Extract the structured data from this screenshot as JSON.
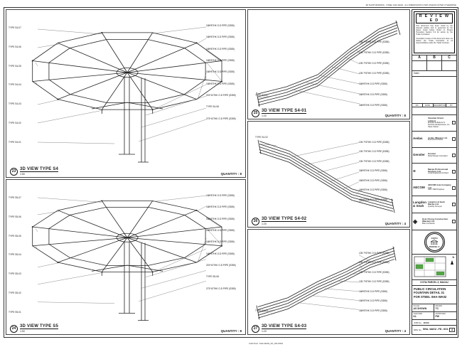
{
  "colors": {
    "line": "#222222",
    "border": "#444444",
    "accent_green": "#55a546",
    "paper": "#ffffff"
  },
  "notes": {
    "top_right": "3D SHOP DRAWING - STEEL SHA-WA02 - ALL DIMENSIONS IN MM UNLESS NOTED OTHERWISE",
    "bottom": "CAD FILE : SHA-WA02_FD_031.DWG"
  },
  "stamp": {
    "title": "R E V I E W E D",
    "body1": "This document has been noted by the relevant parties and is governed by the status noted below. Refer to Project Procedure Section 5.4 for action by the Trade Contractor.",
    "body2": "Consultant review of this document does not relieve the Trade Contractor of its responsibilities under the Trade Contract.",
    "columns": [
      "A",
      "B",
      "C"
    ],
    "date_label": "Date :"
  },
  "revisions": {
    "headers": [
      "NO.",
      "DATE",
      "DESCRIPTION",
      "BY"
    ]
  },
  "consultants": [
    {
      "logo": "",
      "name": "Venetian Orient Limited",
      "detail": "Estrada da Baía de N. Senhora da Esperança, s/n, Taipa, Macau"
    },
    {
      "logo": "Aedas",
      "name": "Aedas (Macau) Ltd.",
      "detail": "Executive Architect"
    },
    {
      "logo": "Gensler",
      "name": "Gensler",
      "detail": "Retail Design Consultant"
    },
    {
      "logo": "≋",
      "name": "Macau Professional Services Ltd.",
      "detail": "Local Registered Architect"
    },
    {
      "logo": "AECOM",
      "name": "AECOM Asia Company Ltd.",
      "detail": "C&S / MEP Engineer"
    },
    {
      "logo": "Langdon & Seah",
      "name": "Langdon & Seah Macau Ltd.",
      "detail": "Quantity Surveyor"
    }
  ],
  "contractor": {
    "glyph": "◈",
    "name": "Hsin Chong Construction (Macau) Ltd.",
    "detail": "Main Contractor"
  },
  "seal": {
    "line1": "COTAI",
    "line2": "PARCEL 3"
  },
  "keyplan": {
    "north_label": "N"
  },
  "titleblock": {
    "project": "COTAI PARCEL 3, MACAU",
    "title_lines": [
      "PUBLIC CIRCULATION",
      "FOUNTAIN DETAIL 31",
      "FOR STEEL SHA-WA02"
    ],
    "fields": [
      {
        "label": "SCALE",
        "value": "AS SHOWN"
      },
      {
        "label": "DRAWN",
        "value": "TC"
      },
      {
        "label": "CHECKED",
        "value": "KL"
      },
      {
        "label": "APPROVED",
        "value": "PW"
      }
    ],
    "job_label": "JOB No.",
    "job_value": "11530",
    "drg_label": "DRG No.",
    "drg_value": "SHA-WA02-FD-031",
    "rev_value": "A"
  },
  "views": {
    "v23": {
      "num": "23",
      "title": "3D VIEW TYPE S4",
      "scale": "1:50",
      "qty": "QUANTITY : 8",
      "left_labels": [
        "TYPE S4-07",
        "TYPE S4-06",
        "TYPE S4-05",
        "TYPE S4-04",
        "TYPE S4-03",
        "TYPE S4-02",
        "TYPE S4-01"
      ],
      "right_labels": [
        "168*8THK O.D PIPE (S355)",
        "168*8THK O.D PIPE (S355)",
        "168*8THK O.D PIPE (S355)",
        "168*8THK O.D PIPE (S355)",
        "168*8THK O.D PIPE (S355)",
        "168*8THK O.D PIPE (S355)",
        "219*10THK O.D PIPE (S355)",
        "TYPE S4-08",
        "273*10THK O.D PIPE (S355)"
      ]
    },
    "v24": {
      "num": "24",
      "title": "3D VIEW TYPE S5",
      "scale": "1:50",
      "qty": "QUANTITY : 8",
      "left_labels": [
        "TYPE S5-07",
        "TYPE S5-06",
        "TYPE S5-05",
        "TYPE S5-04",
        "TYPE S5-03",
        "TYPE S5-02",
        "TYPE S5-01"
      ],
      "right_labels": [
        "168*8THK O.D PIPE (S355)",
        "168*8THK O.D PIPE (S355)",
        "168*8THK O.D PIPE (S355)",
        "168*8THK O.D PIPE (S355)",
        "168*8THK O.D PIPE (S355)",
        "168*8THK O.D PIPE (S355)",
        "219*10THK O.D PIPE (S355)",
        "TYPE S5-08",
        "273*10THK O.D PIPE (S355)"
      ]
    },
    "v25": {
      "num": "25",
      "title": "3D VIEW TYPE S4-01",
      "scale": "1:20",
      "qty": "QUANTITY : 8",
      "tag": "TYPE S4-01",
      "labels": [
        "139.7*5THK O.D PIPE (S355)",
        "139.7*5THK O.D PIPE (S355)",
        "139.7*5THK O.D PIPE (S355)",
        "139.7*5THK O.D PIPE (S355)",
        "168*8THK O.D PIPE (S355)",
        "168*8THK O.D PIPE (S355)",
        "168*8THK O.D PIPE (S355)"
      ]
    },
    "v26": {
      "num": "26",
      "title": "3D VIEW TYPE S4-02",
      "scale": "1:20",
      "qty": "QUANTITY : 4",
      "tag": "TYPE S4-02",
      "labels": [
        "139.7*5THK O.D PIPE (S355)",
        "139.7*5THK O.D PIPE (S355)",
        "139.7*5THK O.D PIPE (S355)",
        "168*8THK O.D PIPE (S355)",
        "168*8THK O.D PIPE (S355)",
        "168*8THK O.D PIPE (S355)",
        "168*8THK O.D PIPE (S355)"
      ]
    },
    "v27": {
      "num": "27",
      "title": "3D VIEW TYPE S4-03",
      "scale": "1:20",
      "qty": "QUANTITY : 4",
      "tag": "TYPE S4-03",
      "labels": [
        "139.7*5THK O.D PIPE (S355)",
        "139.7*5THK O.D PIPE (S355)",
        "139.7*5THK O.D PIPE (S355)",
        "139.7*5THK O.D PIPE (S355)",
        "168*8THK O.D PIPE (S355)",
        "168*8THK O.D PIPE (S355)",
        "168*8THK O.D PIPE (S355)"
      ]
    }
  }
}
